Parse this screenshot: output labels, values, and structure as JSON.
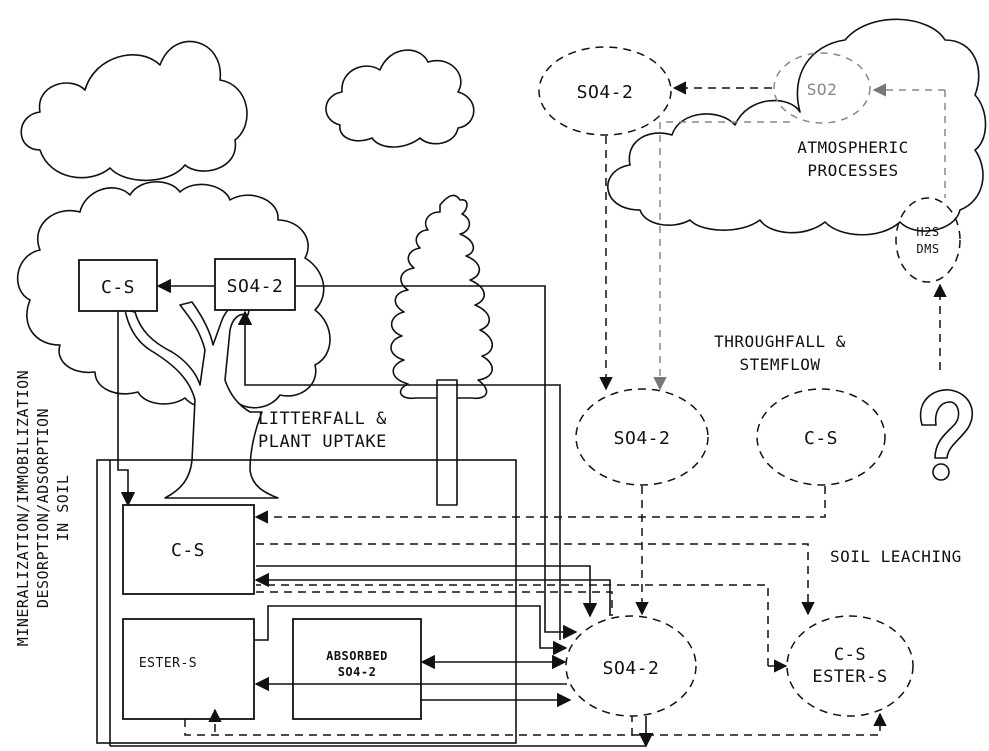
{
  "nodes": {
    "canopy_cs": "C-S",
    "canopy_so4": "SO4-2",
    "atm_so4": "SO4-2",
    "atm_so2": "SO2",
    "atm_h2s": "H2S",
    "atm_dms": "DMS",
    "through_so4": "SO4-2",
    "through_cs": "C-S",
    "soil_cs": "C-S",
    "soil_ester": "ESTER-S",
    "soil_absorbed_1": "ABSORBED",
    "soil_absorbed_2": "SO4-2",
    "soil_so4": "SO4-2",
    "leach_cs": "C-S",
    "leach_ester": "ESTER-S",
    "unknown": "?"
  },
  "labels": {
    "atmospheric_1": "ATMOSPHERIC",
    "atmospheric_2": "PROCESSES",
    "throughfall_1": "THROUGHFALL &",
    "throughfall_2": "STEMFLOW",
    "litterfall_1": "LITTERFALL &",
    "litterfall_2": "PLANT UPTAKE",
    "soil_leaching": "SOIL LEACHING",
    "soil_process_1": "MINERALIZATION/IMMOBILIZATION",
    "soil_process_2": "DESORPTION/ADSORPTION",
    "soil_process_3": "IN SOIL"
  }
}
